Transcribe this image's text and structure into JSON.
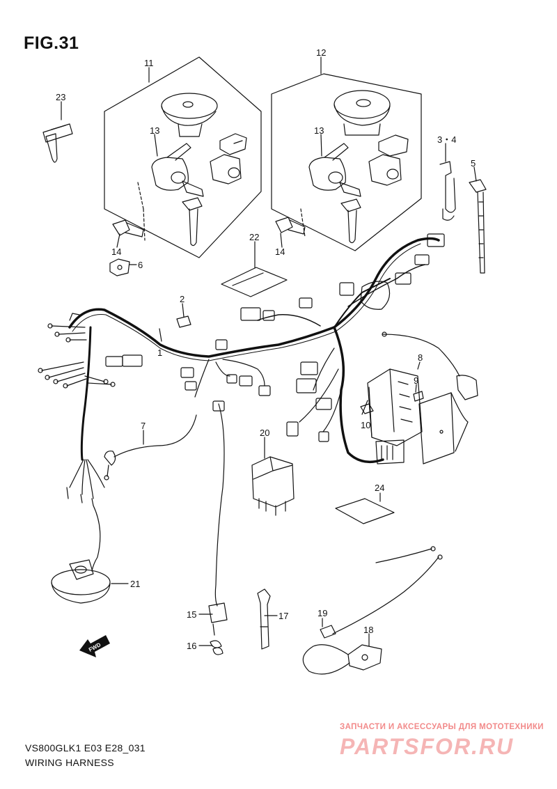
{
  "figure": {
    "title": "FIG.31"
  },
  "footer": {
    "model_code": "VS800GLK1 E03 E28_031",
    "diagram_name": "WIRING HARNESS"
  },
  "watermark": {
    "line1": "ЗАПЧАСТИ И АКСЕССУАРЫ ДЛЯ МОТОТЕХНИКИ",
    "line2": "PARTSFOR.RU",
    "color": "#f28a8a"
  },
  "direction_marker": {
    "label": "FWD",
    "icon": "fwd-arrow-icon"
  },
  "callouts": [
    {
      "id": "1",
      "label": "1"
    },
    {
      "id": "2",
      "label": "2"
    },
    {
      "id": "3-4",
      "label": "3・4"
    },
    {
      "id": "5",
      "label": "5"
    },
    {
      "id": "6",
      "label": "6"
    },
    {
      "id": "7",
      "label": "7"
    },
    {
      "id": "8",
      "label": "8"
    },
    {
      "id": "9",
      "label": "9"
    },
    {
      "id": "10",
      "label": "10"
    },
    {
      "id": "11",
      "label": "11"
    },
    {
      "id": "12",
      "label": "12"
    },
    {
      "id": "13a",
      "label": "13"
    },
    {
      "id": "13b",
      "label": "13"
    },
    {
      "id": "14a",
      "label": "14"
    },
    {
      "id": "14b",
      "label": "14"
    },
    {
      "id": "15",
      "label": "15"
    },
    {
      "id": "16",
      "label": "16"
    },
    {
      "id": "17",
      "label": "17"
    },
    {
      "id": "18",
      "label": "18"
    },
    {
      "id": "19",
      "label": "19"
    },
    {
      "id": "20",
      "label": "20"
    },
    {
      "id": "21",
      "label": "21"
    },
    {
      "id": "22",
      "label": "22"
    },
    {
      "id": "23",
      "label": "23"
    },
    {
      "id": "24",
      "label": "24"
    }
  ]
}
